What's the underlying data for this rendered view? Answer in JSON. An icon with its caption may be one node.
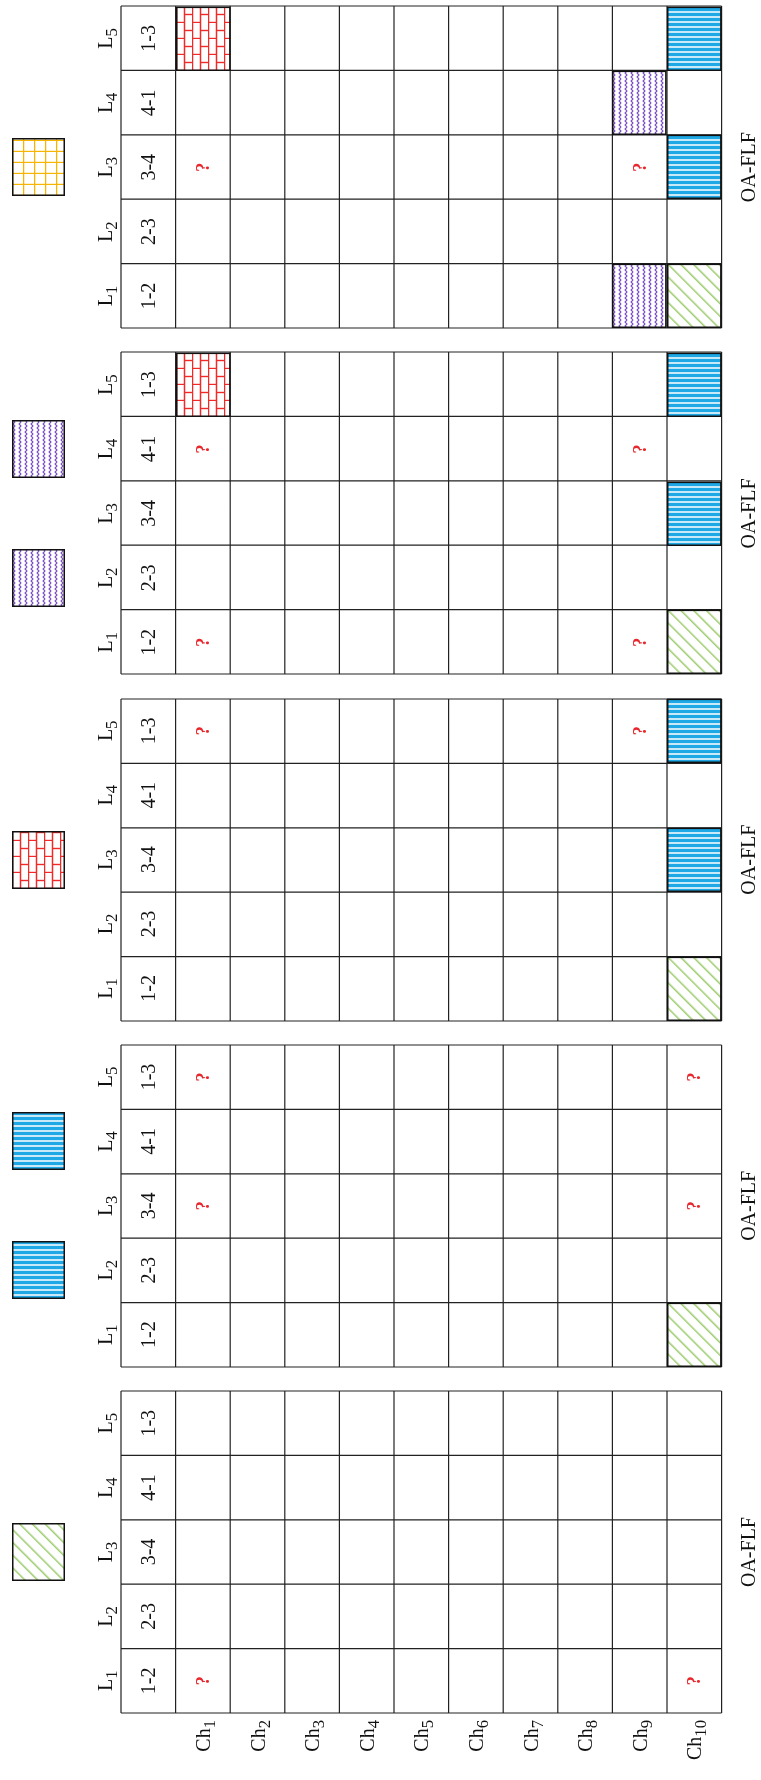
{
  "diagram": {
    "nodes": [
      {
        "text": [],
        "shape": "box"
      },
      {
        "text": [
          "L$_{1}$",
          "L$_{2}$",
          "L$_{3}$",
          "L$_{4}$",
          "L$_{5}$",
          "1-2",
          "2-3",
          "3-4",
          "4-1",
          "1-3"
        ],
        "beside": [
          "OA-FLF"
        ]
      },
      {
        "text": [
          "?"
        ],
        "in": 1
      },
      {
        "text": [
          "?"
        ],
        "in": 1
      },
      {
        "text": [],
        "shape": "box"
      },
      {
        "text": [],
        "shape": "box"
      },
      {
        "text": [
          "L$_{1}$",
          "L$_{2}$",
          "L$_{3}$",
          "L$_{4}$",
          "L$_{5}$",
          "1-2",
          "2-3",
          "3-4",
          "4-1",
          "1-3"
        ],
        "beside": [
          "OA-FLF"
        ]
      },
      {
        "text": [
          "?"
        ],
        "in": 6
      },
      {
        "text": [
          "?"
        ],
        "in": 6
      },
      {
        "text": [],
        "shape": "box",
        "in": 6
      },
      {
        "text": [
          "?"
        ],
        "in": 6
      },
      {
        "text": [
          "?"
        ],
        "in": 6
      },
      {
        "text": [],
        "shape": "box"
      },
      {
        "text": [
          "L$_{1}$",
          "L$_{2}$",
          "L$_{3}$",
          "L$_{4}$",
          "L$_{5}$",
          "1-2",
          "2-3",
          "3-4",
          "4-1",
          "1-3"
        ],
        "beside": [
          "OA-FLF"
        ]
      },
      {
        "text": [
          "?"
        ],
        "in": 13
      },
      {
        "text": [
          "?"
        ],
        "in": 13
      },
      {
        "text": [],
        "shape": "box",
        "in": 13
      },
      {
        "text": [],
        "shape": "box",
        "in": 13
      },
      {
        "text": [],
        "shape": "box",
        "in": 13
      },
      {
        "text": [],
        "shape": "box"
      },
      {
        "text": [],
        "shape": "box"
      },
      {
        "text": [
          "L$_{1}$",
          "L$_{2}$",
          "L$_{3}$",
          "L$_{4}$",
          "L$_{5}$",
          "1-2",
          "2-3",
          "3-4",
          "4-1",
          "1-3"
        ],
        "beside": [
          "OA-FLF"
        ]
      },
      {
        "text": [
          "?"
        ],
        "in": 21
      },
      {
        "text": [
          "?"
        ],
        "in": 21
      },
      {
        "text": [],
        "shape": "box",
        "in": 21
      },
      {
        "text": [
          "?"
        ],
        "in": 21
      },
      {
        "text": [
          "?"
        ],
        "in": 21
      },
      {
        "text": [],
        "shape": "box",
        "in": 21
      },
      {
        "text": [],
        "shape": "box",
        "in": 21
      },
      {
        "text": [],
        "shape": "box",
        "in": 21
      },
      {
        "text": [],
        "shape": "box"
      },
      {
        "text": [
          "L$_{1}$",
          "L$_{2}$",
          "L$_{3}$",
          "L$_{4}$",
          "L$_{5}$",
          "1-2",
          "2-3",
          "3-4",
          "4-1",
          "1-3"
        ],
        "beside": [
          "OA-FLF"
        ]
      },
      {
        "text": [
          "?"
        ],
        "in": 31
      },
      {
        "text": [],
        "shape": "box",
        "in": 31
      },
      {
        "text": [],
        "shape": "box",
        "in": 31
      },
      {
        "text": [
          "?"
        ],
        "in": 31
      },
      {
        "text": [],
        "shape": "box",
        "in": 31
      },
      {
        "text": [],
        "shape": "box",
        "in": 31
      },
      {
        "text": [],
        "shape": "box",
        "in": 31
      },
      {
        "text": [],
        "shape": "box",
        "in": 31
      }
    ],
    "labels": [
      "Ch$_{1}$",
      "Ch$_{2}$",
      "Ch$_{3}$",
      "Ch$_{4}$",
      "Ch$_{5}$",
      "Ch$_{6}$",
      "Ch$_{7}$",
      "Ch$_{8}$",
      "Ch$_{9}$",
      "Ch$_{10}$"
    ]
  }
}
